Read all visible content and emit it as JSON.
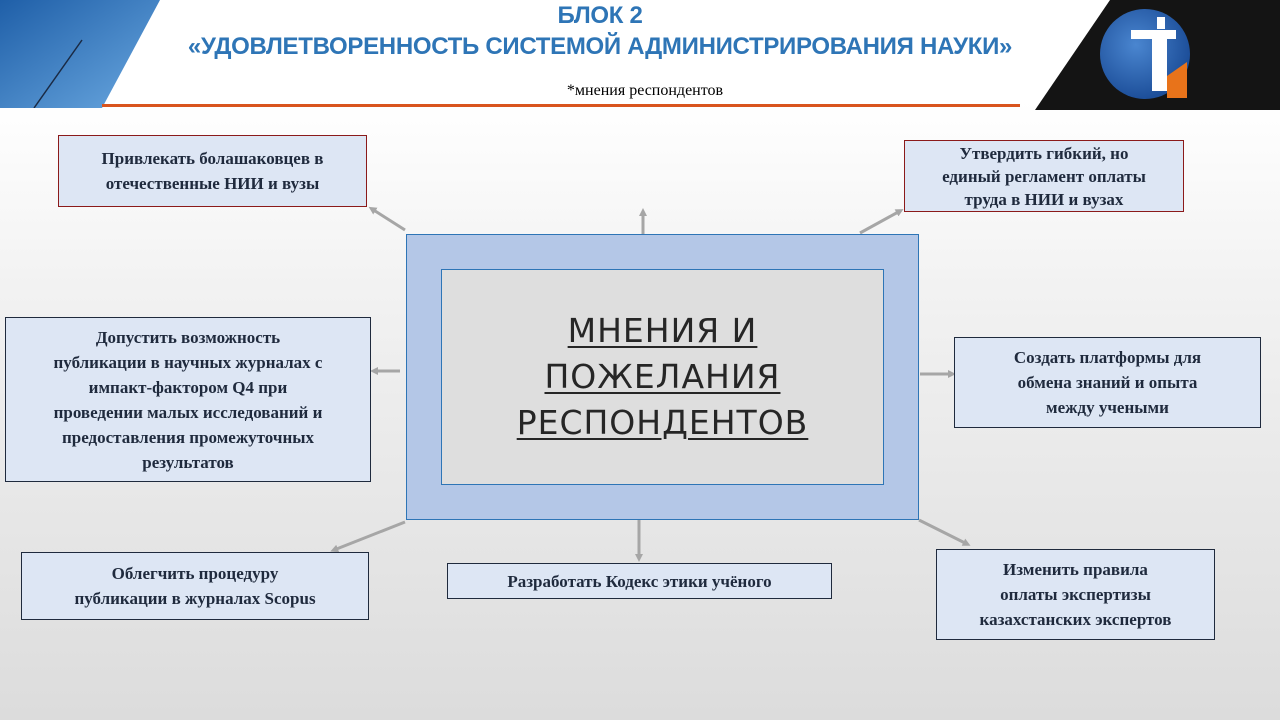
{
  "header": {
    "title_line1": "БЛОК 2",
    "title_line2": "«УДОВЛЕТВОРЕННОСТЬ СИСТЕМОЙ АДМИНИСТРИРОВАНИЯ НАУКИ»",
    "subtitle": "*мнения респондентов",
    "accent_color": "#d9541e",
    "title_color": "#2e75b6"
  },
  "center": {
    "label": "МНЕНИЯ И\nПОЖЕЛАНИЯ\nРЕСПОНДЕНТОВ"
  },
  "boxes": {
    "top_left": "Привлекать болашаковцев в\nотечественные НИИ и вузы",
    "top_right": "Утвердить гибкий, но\nединый регламент оплаты\nтруда в НИИ и вузах",
    "mid_left": "Допустить возможность\nпубликации в научных журналах с\nимпакт-фактором Q4 при\nпроведении малых исследований и\nпредоставления промежуточных\nрезультатов",
    "mid_right": "Создать платформы для\nобмена знаний и опыта\nмежду учеными",
    "bottom_left": "Облегчить процедуру\nпубликации в журналах Scopus",
    "bottom_center": "Разработать Кодекс этики учёного",
    "bottom_right": "Изменить правила\nоплаты экспертизы\nказахстанских экспертов"
  },
  "logo": {
    "icon": "institution-logo-icon"
  }
}
